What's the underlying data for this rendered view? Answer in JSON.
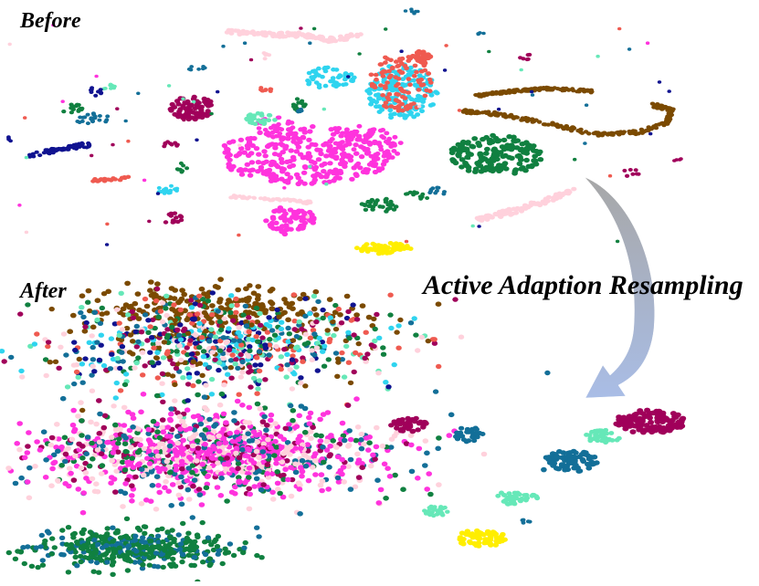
{
  "labels": {
    "before": "Before",
    "after": "After",
    "method": "Active Adaption Resampling"
  },
  "colors": {
    "pink": "#ff33dd",
    "light_pink": "#ffd1dc",
    "maroon": "#a0005a",
    "brown": "#7b4a00",
    "green": "#108040",
    "teal": "#136f98",
    "cyan": "#2fd4ef",
    "salmon": "#ef5a50",
    "mint": "#66e8b8",
    "navy": "#101390",
    "yellow": "#ffee00",
    "arrow_start": "#a7a7a7",
    "arrow_end": "#a9bde6"
  },
  "icons": {
    "arrow": "curved-down-arrow-icon"
  }
}
